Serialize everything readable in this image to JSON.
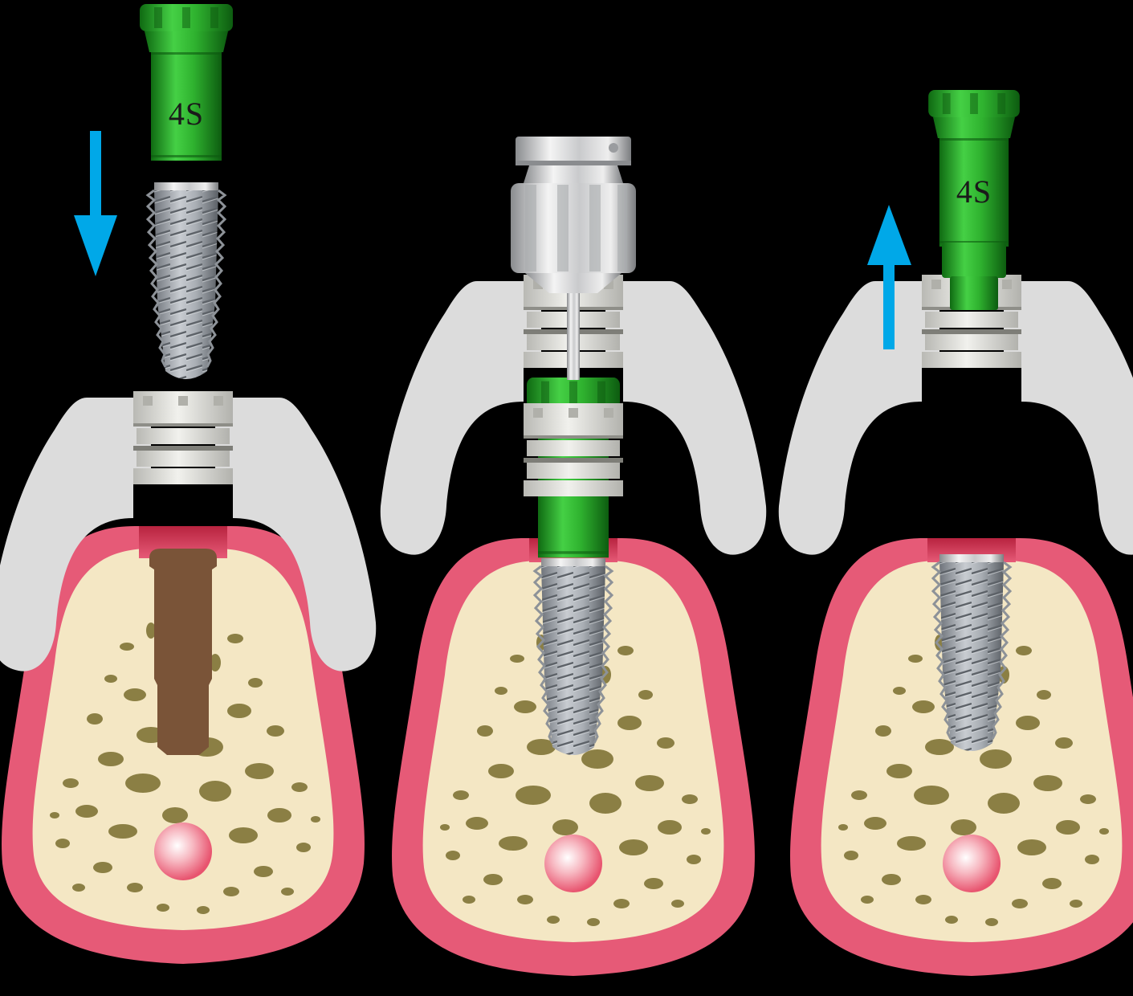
{
  "panels": [
    {
      "id": "insert-implant",
      "mount_label": "4S",
      "arrow": "down"
    },
    {
      "id": "drive-implant",
      "mount_label": ""
    },
    {
      "id": "remove-mount",
      "mount_label": "4S",
      "arrow": "up"
    }
  ],
  "colors": {
    "background": "#000000",
    "gingiva": "#e65a77",
    "gingiva_dark": "#c83a56",
    "bone": "#f4e7c4",
    "trabecular": "#8b7f44",
    "surgical_guide": "#dcdcdc",
    "guide_sleeve": "#e4e4e0",
    "implant_mount": "#2ea52e",
    "implant_mount_dark": "#1a7a1a",
    "implant_body": "#9aa0a8",
    "drill_site": "#7a5438",
    "arrow": "#00a8e8",
    "nerve": "#f7c6cc"
  }
}
